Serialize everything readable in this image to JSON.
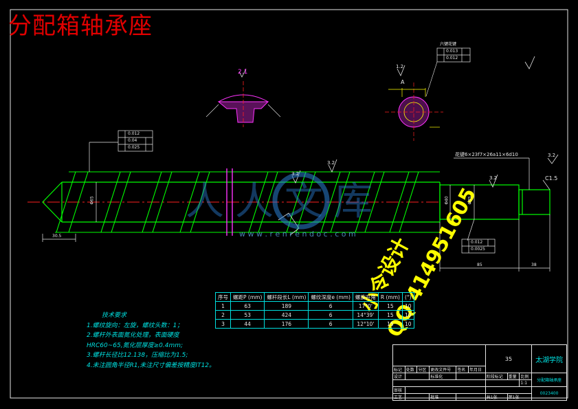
{
  "title": "分配箱轴承座",
  "watermark": {
    "site_latin": "w w w . r e n r e n d o c . c o m",
    "logo_text": "人人文库",
    "promo_1": "小令设计",
    "promo_2": "QQ 414951605"
  },
  "tech_notes": {
    "heading": "技术要求",
    "items": [
      "1.螺纹旋向：左旋，螺纹头数：1；",
      "2.螺杆外表面氮化处理，表面硬度",
      "  HRC60~65,氮化层厚度≥0.4mm;",
      "3.螺杆长径比12.138，压缩比为1.5;",
      "4.未注圆角半径R1,未注尺寸偏差按精度IT12。"
    ]
  },
  "param_table": {
    "headers": [
      "序号",
      "螺距P (mm)",
      "螺杆段长L (mm)",
      "螺纹深度e (mm)",
      "螺旋升角",
      "R (mm)",
      "(°)"
    ],
    "rows": [
      [
        "1",
        "63",
        "189",
        "6",
        "17°0'",
        "15",
        "10"
      ],
      [
        "2",
        "53",
        "424",
        "6",
        "14°39'",
        "15",
        "10"
      ],
      [
        "3",
        "44",
        "176",
        "6",
        "12°10'",
        "15",
        "10"
      ]
    ]
  },
  "annotations": {
    "section_a": "A",
    "section_label": "2.1",
    "spline": "花键6×23f7×26a11×6d10",
    "chamfer": "C1.5",
    "roughness_1": "3.2",
    "roughness_2": "3.2",
    "roughness_3": "3.2",
    "roughness_4": "3.2",
    "roughness_5": "1.2",
    "dim_left": "30.5",
    "dim_right_1": "85",
    "dim_right_2": "38",
    "dia_main": "Φ65",
    "dia_shaft": "Φ40",
    "dia_shaft2": "Φ35",
    "tol_1a": "0.012",
    "tol_1b": "0.04",
    "tol_1c": "0.025",
    "tol_2a": "0.013",
    "tol_2b": "0.012",
    "tol_3a": "0.012",
    "tol_3b": "0.0025",
    "spline_top": "六键花键"
  },
  "title_block": {
    "school": "太湖学院",
    "part": "分配箱轴承座",
    "scale_no": "35",
    "drawing_no": "0023400",
    "row_labels": [
      "标记",
      "处数",
      "分区",
      "更改文件号",
      "签名",
      "年月日"
    ],
    "design": "设计",
    "standard": "标准化",
    "review": "审核",
    "craft": "工艺",
    "approve": "批准",
    "stage": "阶段标记",
    "weight": "重量",
    "ratio": "比例",
    "ratio_val": "1:1",
    "sheets": "共1张",
    "sheet_no": "第1张"
  }
}
